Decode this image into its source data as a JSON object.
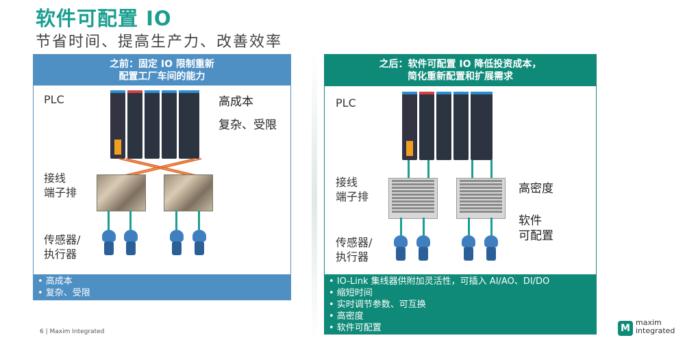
{
  "header": {
    "title": "软件可配置 IO",
    "subtitle": "节省时间、提高生产力、改善效率"
  },
  "left": {
    "head_line1": "之前：固定 IO 限制重新",
    "head_line2": "配置工厂车间的能力",
    "plc_label": "PLC",
    "big_line1": "高成本",
    "big_line2": "复杂、受限",
    "terminal_label_1": "接线",
    "terminal_label_2": "端子排",
    "sensor_label_1": "传感器/",
    "sensor_label_2": "执行器",
    "bullets": [
      "• 高成本",
      "• 复杂、受限"
    ]
  },
  "right": {
    "head_line1": "之后：软件可配置 IO 降低投资成本，",
    "head_line2": "简化重新配置和扩展需求",
    "plc_label": "PLC",
    "terminal_label_1": "接线",
    "terminal_label_2": "端子排",
    "sensor_label_1": "传感器/",
    "sensor_label_2": "执行器",
    "big_density": "高密度",
    "big_soft_1": "软件",
    "big_soft_2": "可配置",
    "bullets": [
      "• IO-Link 集线器供附加灵活性，可插入 AI/AO、DI/DO",
      "• 缩短时间",
      "• 实时调节参数、可互换",
      "• 高密度",
      "• 软件可配置"
    ]
  },
  "footer": {
    "page": "6 |  Maxim Integrated"
  },
  "logo": {
    "line1": "maxim",
    "line2": "integrated",
    "mark": "M"
  },
  "colors": {
    "teal": "#0f8a78",
    "blue": "#4e8fc4"
  }
}
